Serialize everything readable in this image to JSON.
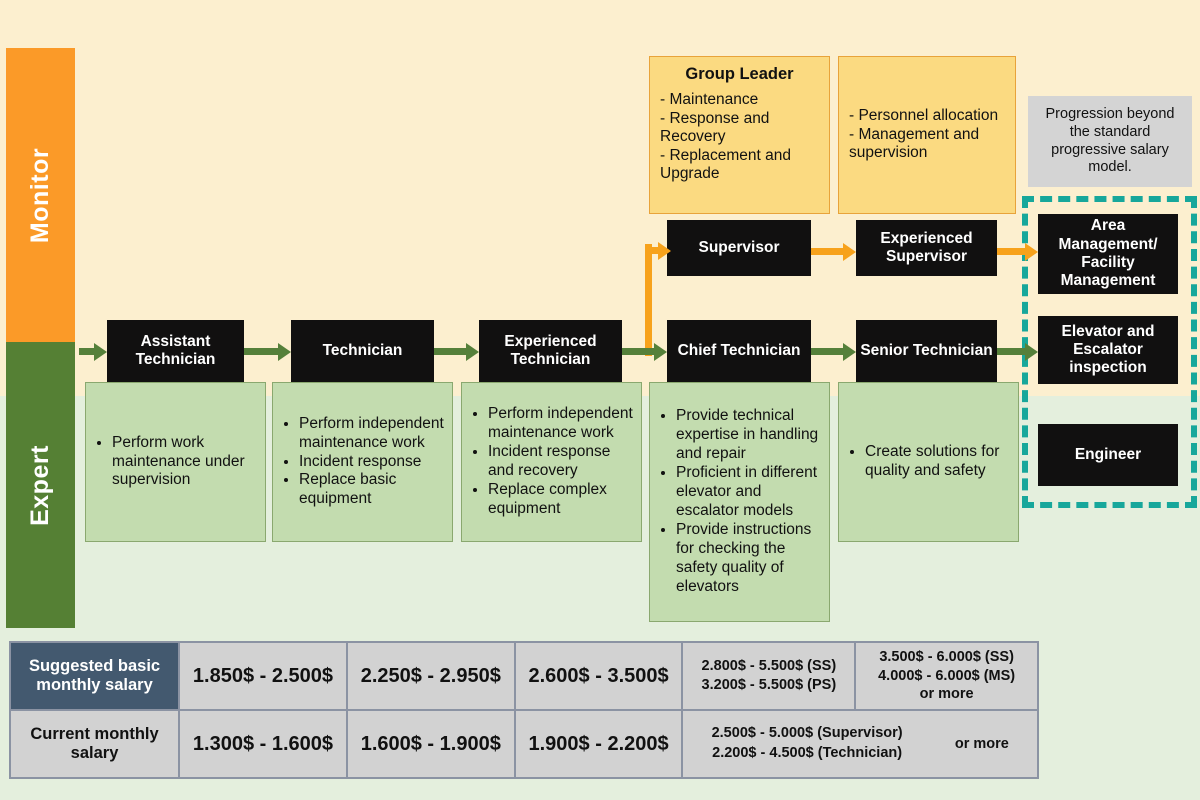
{
  "colors": {
    "bg_top": "#fcefcf",
    "bg_bottom": "#e4efdd",
    "monitor_rail": "#fb9a28",
    "expert_rail": "#558034",
    "box_black": "#111010",
    "desc_green": "#c3dcaf",
    "yellow": "#fbda81",
    "teal_dashed": "#17a79b",
    "green_arrow": "#55803a",
    "orange_arrow": "#f7a21b",
    "table_header_dark": "#43596f",
    "table_cell": "#d2d2d2",
    "gray_note": "#d4d4d4"
  },
  "rails": {
    "monitor": "Monitor",
    "expert": "Expert"
  },
  "track": {
    "roles": [
      {
        "title": "Assistant Technician",
        "duties": [
          "Perform work maintenance under supervision"
        ]
      },
      {
        "title": "Technician",
        "duties": [
          "Perform independent maintenance work",
          "Incident response",
          "Replace basic equipment"
        ]
      },
      {
        "title": "Experienced Technician",
        "duties": [
          "Perform independent maintenance work",
          "Incident response and recovery",
          "Replace complex equipment"
        ]
      },
      {
        "title": "Chief Technician",
        "duties": [
          "Provide technical expertise in handling and repair",
          "Proficient in different elevator and escalator models",
          "Provide instructions for checking the safety quality of elevators"
        ]
      },
      {
        "title": "Senior Technician",
        "duties": [
          "Create solutions for quality and safety"
        ]
      }
    ]
  },
  "supervisor_track": {
    "supervisor": "Supervisor",
    "experienced_supervisor": "Experienced Supervisor"
  },
  "leader_panels": [
    {
      "title": "Group Leader",
      "lines": [
        "- Maintenance",
        "- Response and Recovery",
        "- Replacement and Upgrade"
      ]
    },
    {
      "title": "",
      "lines": [
        "- Personnel allocation",
        "- Management and supervision"
      ]
    }
  ],
  "note": {
    "text": "Progression beyond the standard progressive salary model."
  },
  "beyond_boxes": [
    "Area Management/ Facility Management",
    "Elevator and Escalator inspection",
    "Engineer"
  ],
  "salary_table": {
    "row1_header": "Suggested basic monthly salary",
    "row2_header": "Current monthly salary",
    "row1": {
      "c1": "1.850$ - 2.500$",
      "c2": "2.250$ - 2.950$",
      "c3": "2.600$ - 3.500$",
      "c4_line1": "2.800$ - 5.500$ (SS)",
      "c4_line2": "3.200$ - 5.500$ (PS)",
      "c5_line1": "3.500$ - 6.000$ (SS)",
      "c5_line2": "4.000$ - 6.000$ (MS)",
      "c5_line3": "or more"
    },
    "row2": {
      "c1": "1.300$ - 1.600$",
      "c2": "1.600$ - 1.900$",
      "c3": "1.900$ - 2.200$",
      "c4_line1": "2.500$ - 5.000$ (Supervisor)",
      "c4_line2": "2.200$ - 4.500$ (Technician)",
      "c5": "or more"
    }
  }
}
